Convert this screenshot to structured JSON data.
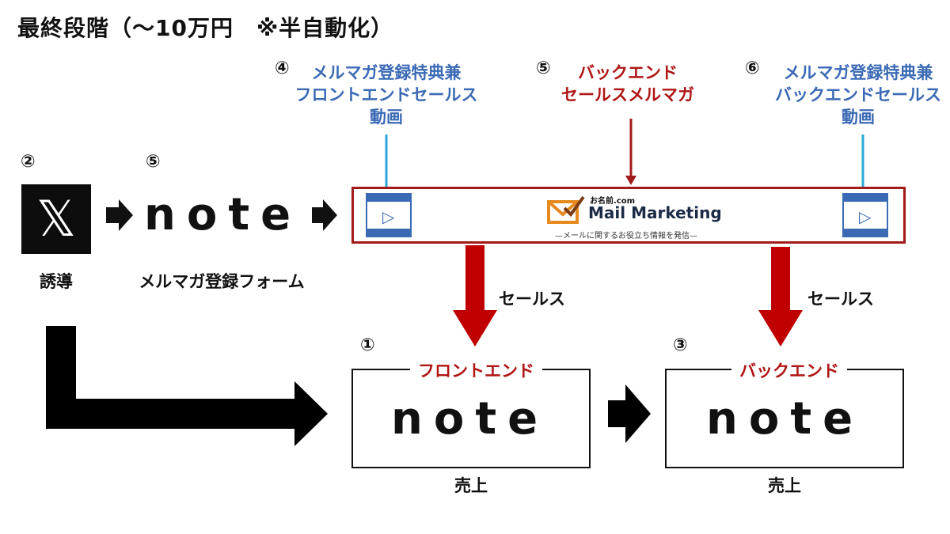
{
  "title": "最終段階（〜10万円　※半自動化）",
  "top_labels": [
    {
      "num": "④",
      "lines": [
        "メルマガ登録特典兼",
        "フロントエンドセールス",
        "動画"
      ]
    },
    {
      "num": "⑤",
      "lines": [
        "バックエンド",
        "セールスメルマガ"
      ]
    },
    {
      "num": "⑥",
      "lines": [
        "メルマガ登録特典兼",
        "バックエンドセールス",
        "動画"
      ]
    }
  ],
  "flow": {
    "x_num": "②",
    "x_logo": "𝕏",
    "x_caption": "誘導",
    "note_num": "⑤",
    "note_logo": "note",
    "note_caption": "メルマガ登録フォーム"
  },
  "mail_marketing": {
    "small": "お名前.com",
    "brand": "Mail Marketing",
    "tagline": "—メールに関するお役立ち情報を発信—"
  },
  "sales_label": "セールス",
  "frontend": {
    "num": "①",
    "label": "フロントエンド",
    "logo": "note",
    "caption": "売上"
  },
  "backend": {
    "num": "③",
    "label": "バックエンド",
    "logo": "note",
    "caption": "売上"
  },
  "colors": {
    "blue": "#3b6ab5",
    "red": "#b01616",
    "cyan": "#2aa8d8"
  }
}
